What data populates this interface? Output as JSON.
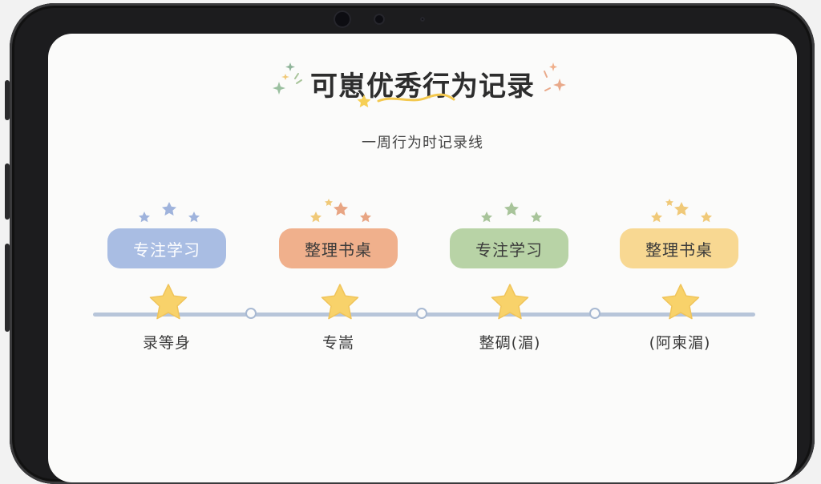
{
  "page": {
    "title": "可崽优秀行为记录",
    "subtitle": "一周行为时记录线"
  },
  "timeline": {
    "items": [
      {
        "activity": "专注学习",
        "label": "录等身",
        "color": "#a9bde3",
        "star_color": "#9fb3dc"
      },
      {
        "activity": "整理书桌",
        "label": "专嵩",
        "color": "#f0b08c",
        "star_color": "#e8a583"
      },
      {
        "activity": "专注学习",
        "label": "整碉(湄)",
        "color": "#b8d3a6",
        "star_color": "#a8c49a"
      },
      {
        "activity": "整理书桌",
        "label": "(阿柬湄)",
        "color": "#f8d892",
        "star_color": "#f0c978"
      }
    ]
  },
  "colors": {
    "timeline": "#b7c5d9",
    "big_star": "#f8d26a",
    "background": "#fbfbfa"
  },
  "icons": [
    "sparkle-icon",
    "star-icon"
  ]
}
